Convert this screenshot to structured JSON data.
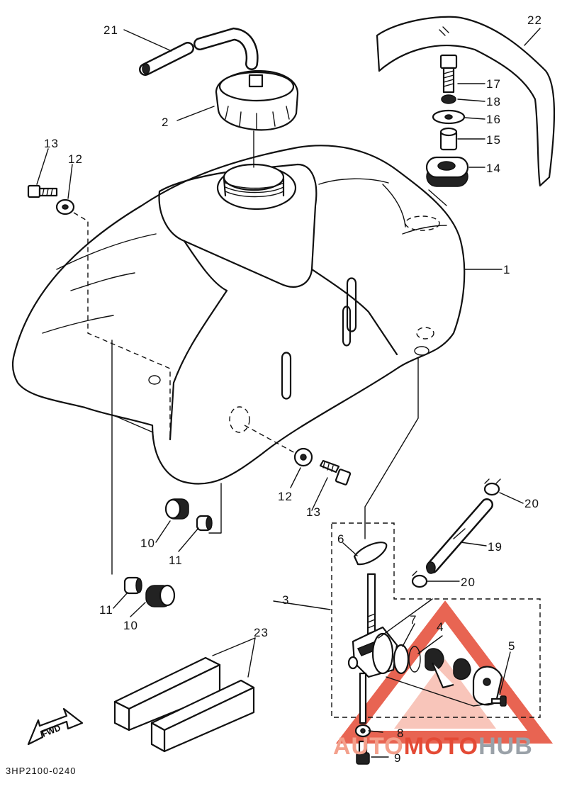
{
  "diagram": {
    "callouts": [
      {
        "id": "c1",
        "text": "1"
      },
      {
        "id": "c2",
        "text": "2"
      },
      {
        "id": "c3",
        "text": "3"
      },
      {
        "id": "c4",
        "text": "4"
      },
      {
        "id": "c5",
        "text": "5"
      },
      {
        "id": "c6",
        "text": "6"
      },
      {
        "id": "c7",
        "text": "7"
      },
      {
        "id": "c8",
        "text": "8"
      },
      {
        "id": "c9",
        "text": "9"
      },
      {
        "id": "c10a",
        "text": "10"
      },
      {
        "id": "c10b",
        "text": "10"
      },
      {
        "id": "c11a",
        "text": "11"
      },
      {
        "id": "c11b",
        "text": "11"
      },
      {
        "id": "c12a",
        "text": "12"
      },
      {
        "id": "c12b",
        "text": "12"
      },
      {
        "id": "c13a",
        "text": "13"
      },
      {
        "id": "c13b",
        "text": "13"
      },
      {
        "id": "c14",
        "text": "14"
      },
      {
        "id": "c15",
        "text": "15"
      },
      {
        "id": "c16",
        "text": "16"
      },
      {
        "id": "c17",
        "text": "17"
      },
      {
        "id": "c18",
        "text": "18"
      },
      {
        "id": "c19",
        "text": "19"
      },
      {
        "id": "c20a",
        "text": "20"
      },
      {
        "id": "c20b",
        "text": "20"
      },
      {
        "id": "c21",
        "text": "21"
      },
      {
        "id": "c22",
        "text": "22"
      },
      {
        "id": "c23",
        "text": "23"
      }
    ],
    "fwd_label": "FWD",
    "footer_code": "3HP2100-0240"
  },
  "watermark": {
    "word_1": "AUTO",
    "word_2": "MOTO",
    "word_3": "HUB",
    "colors": {
      "light": "#f3a08c",
      "red": "#e44a35",
      "gray": "#9aa1a8"
    }
  }
}
